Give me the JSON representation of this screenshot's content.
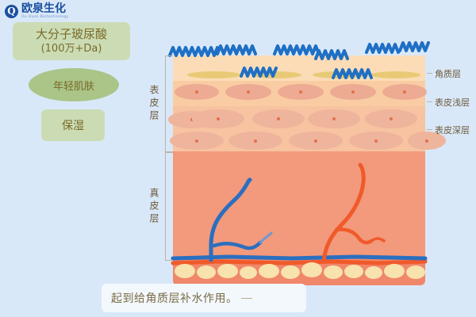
{
  "background_color": "#d9e8f8",
  "logo": {
    "mark": "Q",
    "cn_name": "欧泉生化",
    "en_name": "Ou Quan Biotechnology",
    "color": "#1b4fa0"
  },
  "callouts": {
    "hyaluronic": {
      "line1": "大分子玻尿酸",
      "line2": "(100万+Da)",
      "fill": "#cbdcb4",
      "text_color": "#7a6a2a"
    },
    "young_skin": {
      "label": "年轻肌肤",
      "fill": "#aac587"
    },
    "moisture": {
      "label": "保湿",
      "fill": "#cbdcb4"
    }
  },
  "diagram": {
    "left_labels": [
      {
        "label": "表皮层"
      },
      {
        "label": "真皮层"
      }
    ],
    "right_labels": [
      {
        "label": "角质层"
      },
      {
        "label": "表皮浅层"
      },
      {
        "label": "表皮深层"
      }
    ],
    "layers": [
      {
        "name": "stratum-corneum",
        "color": "#fbdcb6"
      },
      {
        "name": "epidermis-superficial",
        "color": "#f9cca3"
      },
      {
        "name": "epidermis-deep",
        "color": "#f7c3a0"
      },
      {
        "name": "dermis",
        "color": "#f3997c"
      },
      {
        "name": "hypodermis",
        "color": "#f0876a"
      }
    ],
    "molecule_color": "#1f6fc4",
    "vein_color": "#2a6fc0",
    "artery_color": "#f05a2a",
    "fat_color": "#f8e2ad",
    "corneum_cell_color": "#e8ca76"
  },
  "caption": {
    "text": "起到给角质层补水作用。"
  }
}
